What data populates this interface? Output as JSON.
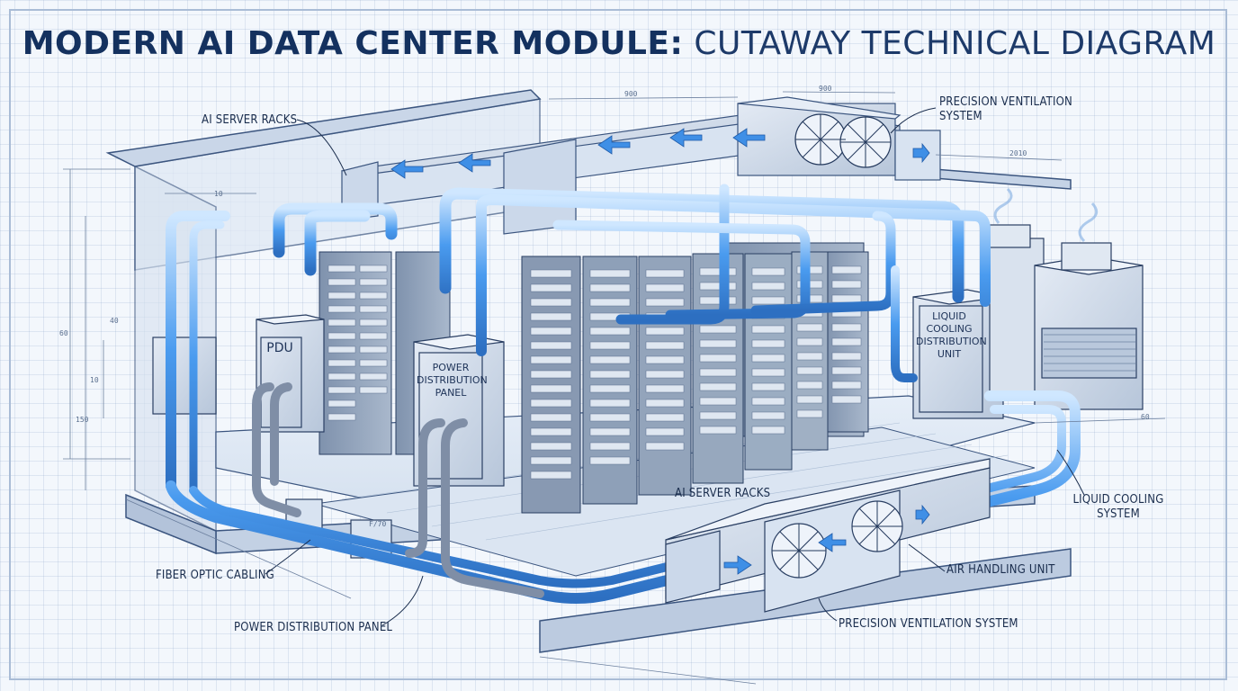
{
  "title": {
    "bold": "MODERN AI DATA CENTER MODULE:",
    "light": " CUTAWAY TECHNICAL DIAGRAM"
  },
  "labels": {
    "ai_server_racks_top": "AI SERVER RACKS",
    "precision_ventilation_top_1": "PRECISION VENTILATION",
    "precision_ventilation_top_2": "SYSTEM",
    "ai_server_racks_floor": "AI SERVER RACKS",
    "liquid_cooling_system_1": "LIQUID COOLING",
    "liquid_cooling_system_2": "SYSTEM",
    "air_handling_unit": "AIR HANDLING UNIT",
    "precision_ventilation_bottom": "PRECISION VENTILATION SYSTEM",
    "fiber_optic_cabling": "FIBER OPTIC CABLING",
    "power_distribution_panel_bottom": "POWER DISTRIBUTION PANEL"
  },
  "units": {
    "pdu": "PDU",
    "power_panel_1": "POWER",
    "power_panel_2": "DISTRIBUTION",
    "power_panel_3": "PANEL",
    "lcdu_1": "LIQUID",
    "lcdu_2": "COOLING",
    "lcdu_3": "DISTRIBUTION",
    "lcdu_4": "UNIT"
  },
  "dimensions": {
    "top_a": "900",
    "top_b": "900",
    "right": "2010",
    "left_1": "60",
    "left_2": "40",
    "left_3": "150",
    "left_4": "10",
    "inner": "10",
    "right_floor": "60",
    "box_label": "F/70"
  },
  "colors": {
    "ink": "#14315f",
    "pipe": "#3f8fe6",
    "pipe_light": "#9fd0ff",
    "metal": "#c9d5e6",
    "grid": "#a9bcd6"
  }
}
